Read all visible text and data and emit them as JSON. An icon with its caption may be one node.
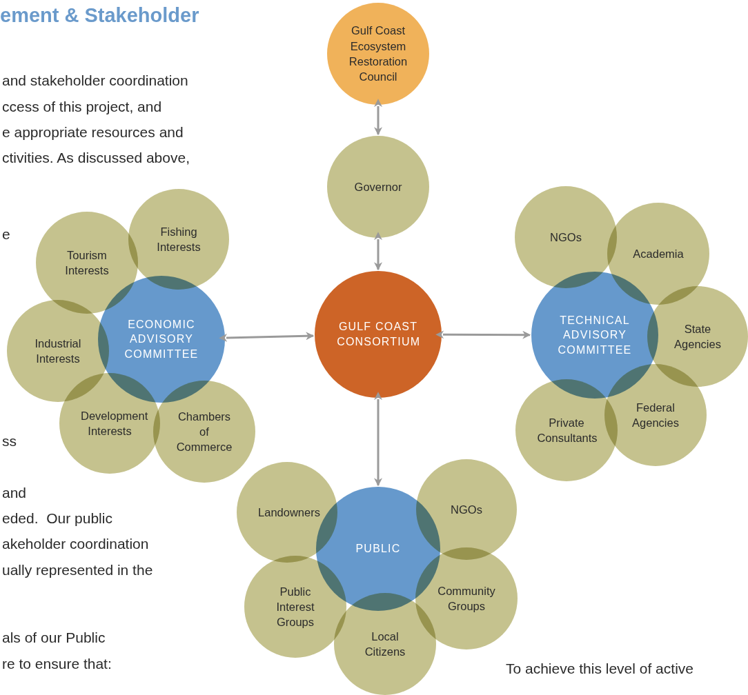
{
  "diagram": {
    "title": "ement & Stakeholder",
    "nodes": [
      {
        "text": [
          "Gulf Coast Ecosystem Restoration Council"
        ]
      },
      {
        "text": [
          "Governor"
        ]
      },
      {
        "text": [
          "ECONOMIC ADVISORY COMMITTEE"
        ]
      },
      {
        "text": [
          "GULF COAST CONSORTIUM"
        ]
      },
      {
        "text": [
          "TECHNICAL ADVISORY COMMITTEE"
        ]
      },
      {
        "text": [
          "Tourism Interests"
        ]
      },
      {
        "text": [
          "Fishing Interests"
        ]
      },
      {
        "text": [
          "Industrial Interests"
        ]
      },
      {
        "text": [
          "Development Interests"
        ]
      },
      {
        "text": [
          "Chambers of Commerce"
        ]
      },
      {
        "text": [
          "NGOs"
        ]
      },
      {
        "text": [
          "Academia"
        ]
      },
      {
        "text": [
          "State Agencies"
        ]
      },
      {
        "text": [
          "Federal Agencies"
        ]
      },
      {
        "text": [
          "Private Consultants"
        ]
      },
      {
        "text": [
          "PUBLIC"
        ]
      },
      {
        "text": [
          "Landowners"
        ]
      },
      {
        "text": [
          "NGOs"
        ]
      },
      {
        "text": [
          "Public Interest Groups"
        ]
      },
      {
        "text": [
          "Community Groups"
        ]
      },
      {
        "text": [
          "Local Citizens"
        ]
      }
    ],
    "edges": [
      {
        "from": 0,
        "to": 1,
        "arrow": "both"
      },
      {
        "from": 1,
        "to": 3,
        "arrow": "both"
      },
      {
        "from": 2,
        "to": 3,
        "arrow": "both"
      },
      {
        "from": 3,
        "to": 4,
        "arrow": "both"
      },
      {
        "from": 3,
        "to": 15,
        "arrow": "both"
      }
    ],
    "labels": [
      "and stakeholder coordination",
      "ccess of this project, and",
      "e appropriate resources and",
      "ctivities. As discussed above,",
      "e",
      "ss",
      "and",
      "eded.  Our public",
      "akeholder coordination",
      "ually represented in the",
      "als of our Public",
      "re to ensure that:",
      "To achieve this level of active"
    ]
  }
}
